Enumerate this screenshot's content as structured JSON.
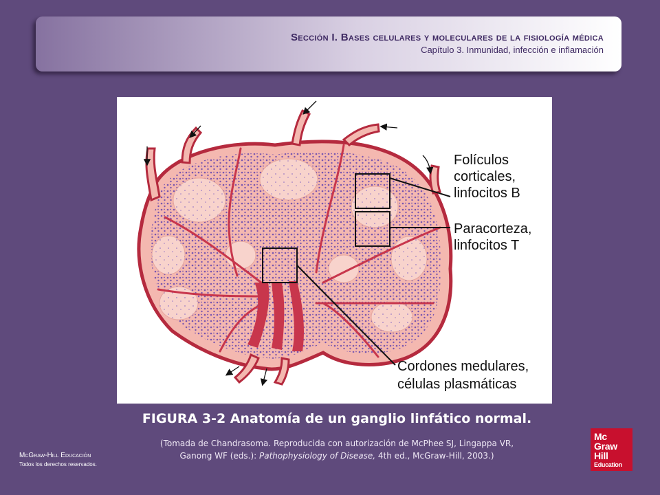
{
  "header": {
    "section": "Sección I. Bases celulares y moleculares de la fisiología médica",
    "chapter": "Capítulo 3. Inmunidad, infección e inflamación"
  },
  "figure": {
    "labels": {
      "follicles_line1": "Folículos",
      "follicles_line2": "corticales,",
      "follicles_line3": "linfocitos B",
      "paracortex_line1": "Paracorteza,",
      "paracortex_line2": "linfocitos T",
      "medulla_line1": "Cordones medulares,",
      "medulla_line2": "células plasmáticas"
    },
    "colors": {
      "tissue": "#f7c9c2",
      "vessel": "#c8364c",
      "cells": "#6a4bb0",
      "outline": "#b52a3e"
    }
  },
  "caption": {
    "title": "FIGURA 3-2 Anatomía de un ganglio linfático normal.",
    "source_part1": "(Tomada de Chandrasoma. Reproducida con autorización de McPhee SJ, Lingappa VR,",
    "source_part2": "Ganong WF (eds.): ",
    "source_italic": "Pathophysiology of Disease,",
    "source_part3": " 4th ed., McGraw-Hill, 2003.)"
  },
  "publisher": {
    "name": "McGraw-Hill Educación",
    "rights": "Todos los derechos reservados."
  },
  "logo": {
    "line1": "Mc",
    "line2": "Graw",
    "line3": "Hill",
    "line4": "Education"
  }
}
